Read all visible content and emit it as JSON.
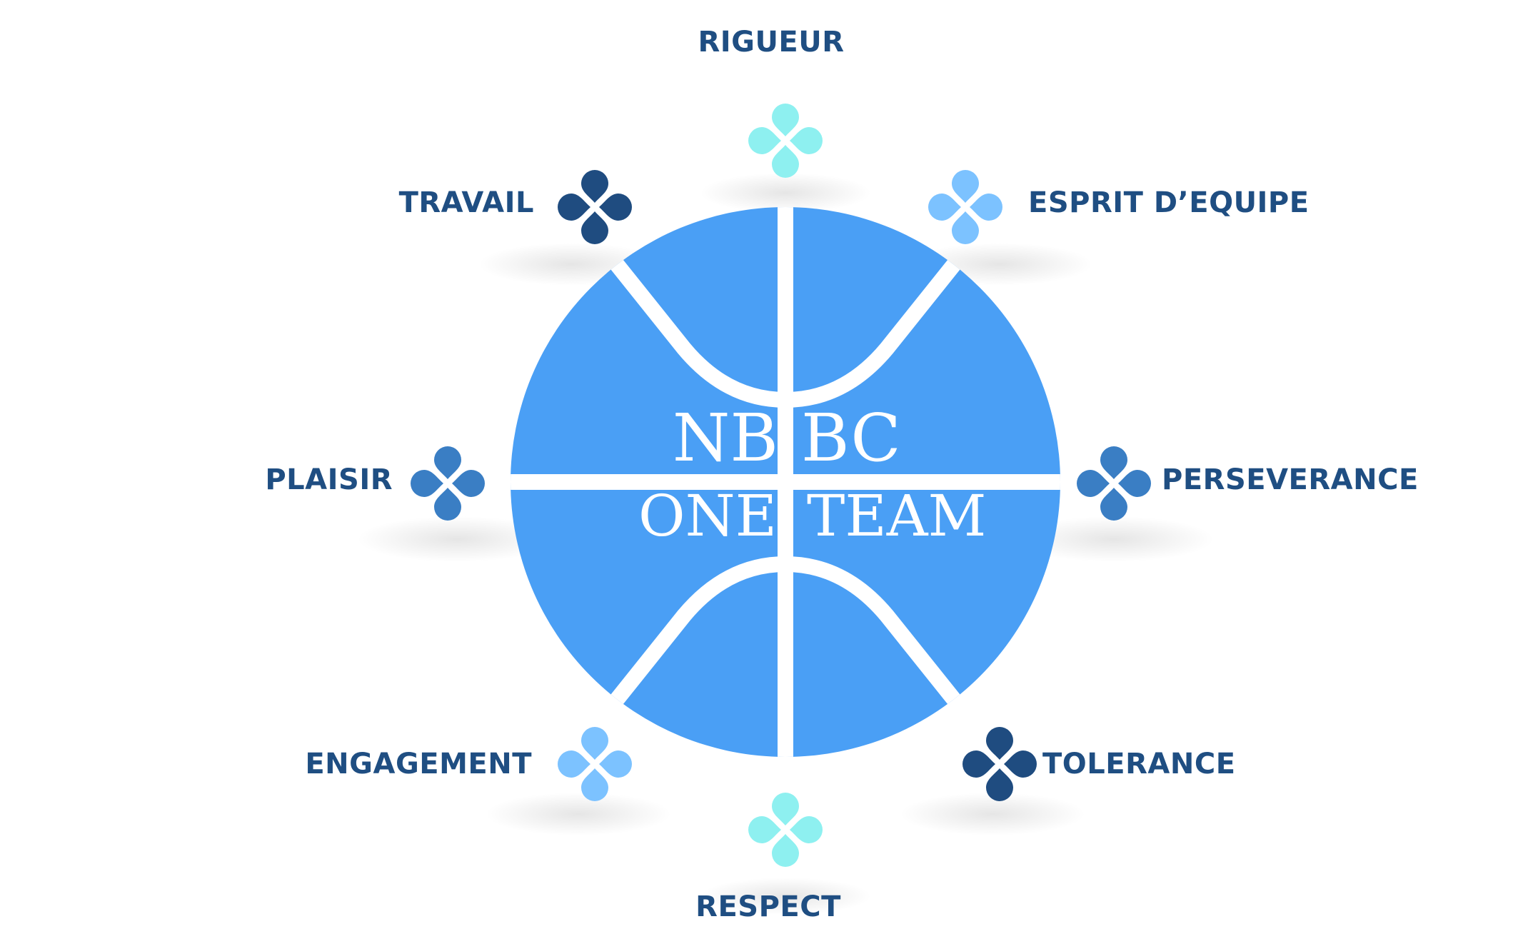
{
  "diagram": {
    "center": {
      "line1_left": "NB",
      "line1_right": "BC",
      "line2_left": "ONE",
      "line2_right": "TEAM"
    },
    "colors": {
      "ball": "#4a9ff5",
      "seams": "#ffffff",
      "label_text": "#1f4e82"
    },
    "values": [
      {
        "label": "RIGUEUR",
        "icon": "clover-icon",
        "icon_color": "#8ef0f0"
      },
      {
        "label": "ESPRIT D’EQUIPE",
        "icon": "clover-icon",
        "icon_color": "#7cc2ff"
      },
      {
        "label": "PERSEVERANCE",
        "icon": "clover-icon",
        "icon_color": "#3a7ec4"
      },
      {
        "label": "TOLERANCE",
        "icon": "clover-icon",
        "icon_color": "#1f4c80"
      },
      {
        "label": "RESPECT",
        "icon": "clover-icon",
        "icon_color": "#8ef0f0"
      },
      {
        "label": "ENGAGEMENT",
        "icon": "clover-icon",
        "icon_color": "#7cc2ff"
      },
      {
        "label": "PLAISIR",
        "icon": "clover-icon",
        "icon_color": "#3a7ec4"
      },
      {
        "label": "TRAVAIL",
        "icon": "clover-icon",
        "icon_color": "#1f4c80"
      }
    ]
  }
}
